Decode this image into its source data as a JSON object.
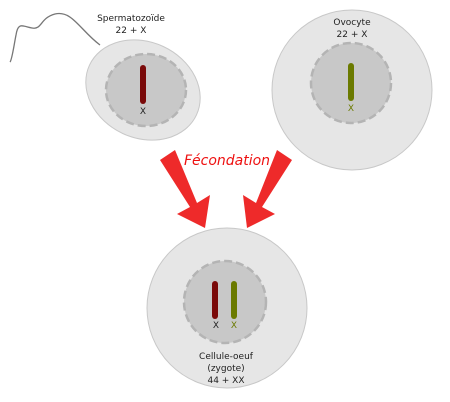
{
  "sperm": {
    "title": "Spermatozoïde",
    "formula": "22 + X",
    "chromosome": "X"
  },
  "ovocyte": {
    "title": "Ovocyte",
    "formula": "22 + X",
    "chromosome": "X"
  },
  "arrow_label": "Fécondation",
  "zygote": {
    "line1": "Cellule-oeuf",
    "line2": "(zygote)",
    "formula": "44 + XX",
    "chromosome_left": "X",
    "chromosome_right": "X"
  },
  "colors": {
    "paternal_chromosome": "#7a0a0a",
    "maternal_chromosome": "#6b7a00",
    "arrow": "#ee2a2a",
    "label_red": "#ee1111",
    "cell_fill": "#e6e6e6",
    "nucleus_fill": "#c8c8c8"
  }
}
